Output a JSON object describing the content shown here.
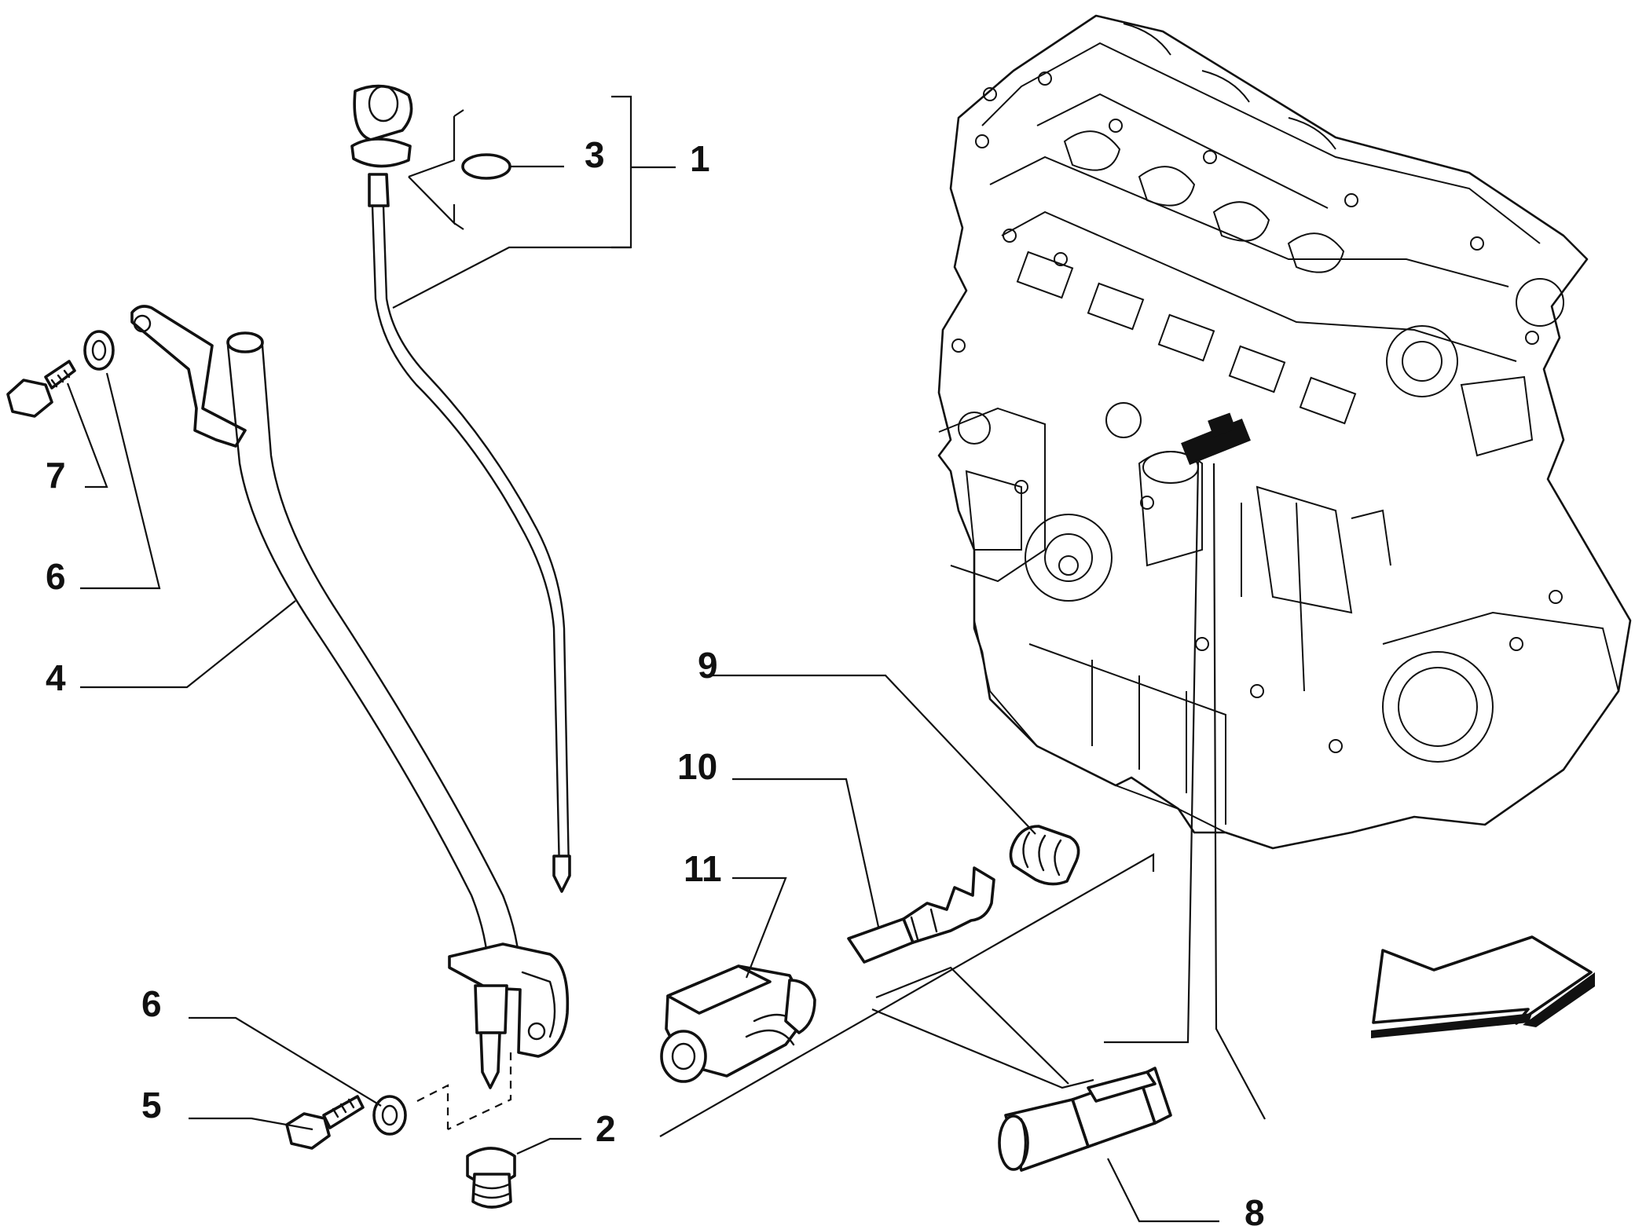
{
  "diagram": {
    "callouts": {
      "c1": "1",
      "c2": "2",
      "c3": "3",
      "c4": "4",
      "c5": "5",
      "c6a": "6",
      "c6b": "6",
      "c7": "7",
      "c8": "8",
      "c9": "9",
      "c10": "10",
      "c11": "11"
    },
    "colors": {
      "ink": "#111111",
      "background": "#ffffff"
    }
  }
}
